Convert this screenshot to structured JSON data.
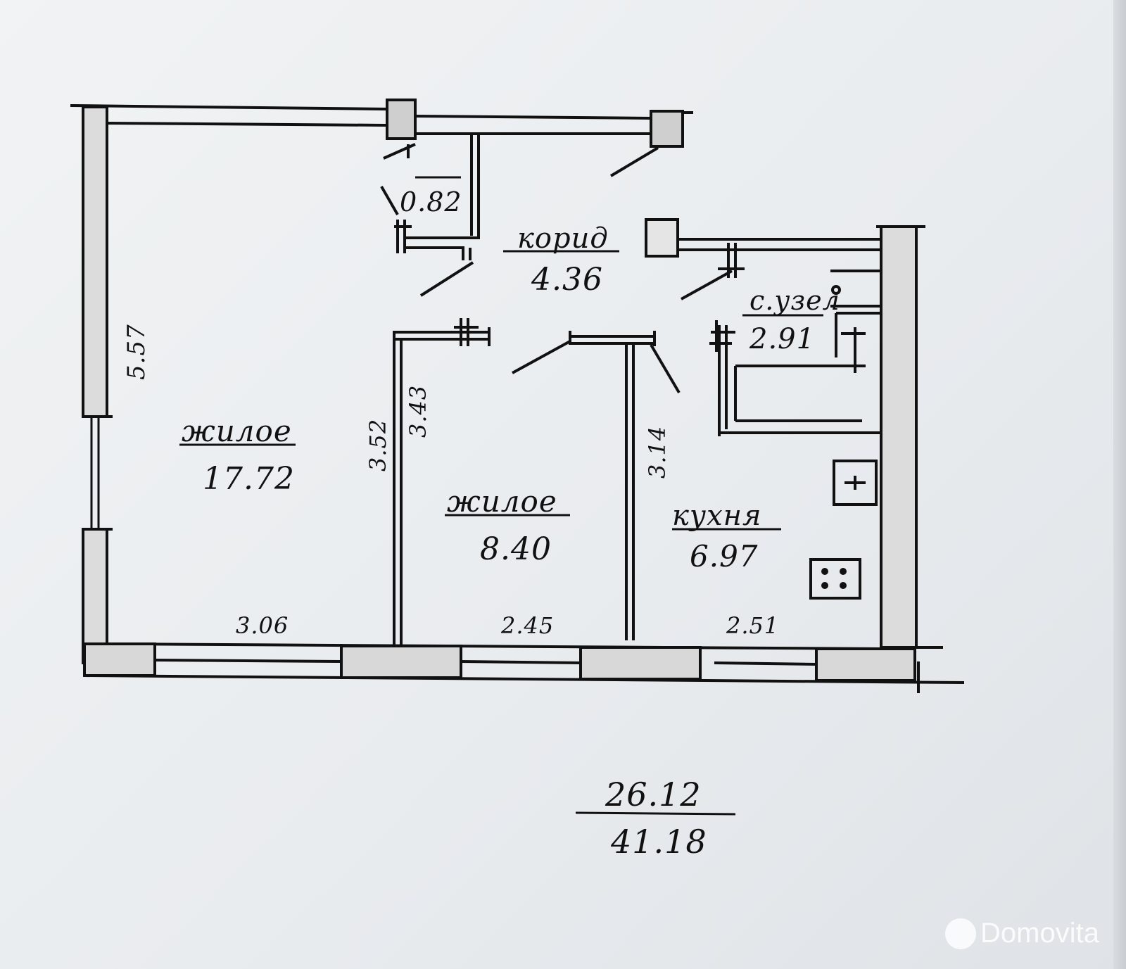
{
  "plan": {
    "rooms": [
      {
        "id": "living-large",
        "name": "жилое",
        "area": "17.72"
      },
      {
        "id": "living-small",
        "name": "жилое",
        "area": "8.40"
      },
      {
        "id": "corridor",
        "name": "корид",
        "area": "4.36"
      },
      {
        "id": "bathroom",
        "name": "с.узел",
        "area": "2.91"
      },
      {
        "id": "kitchen",
        "name": "кухня",
        "area": "6.97"
      },
      {
        "id": "closet",
        "name": "",
        "area": "0.82"
      }
    ],
    "dimensions": {
      "left_wall_height": "5.57",
      "room1_width": "3.06",
      "partition_left_outer": "3.52",
      "partition_left_inner": "3.43",
      "room2_width": "2.45",
      "partition_right": "3.14",
      "kitchen_width": "2.51"
    },
    "totals": {
      "living_area": "26.12",
      "total_area": "41.18"
    }
  },
  "watermark": {
    "text": "Domovita"
  }
}
